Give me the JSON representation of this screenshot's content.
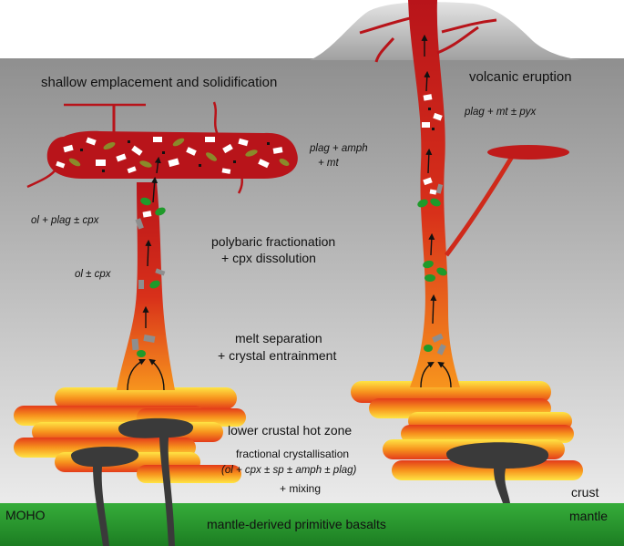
{
  "labels": {
    "shallow": "shallow emplacement and solidification",
    "volcanic": "volcanic eruption",
    "plag_amph_1": "plag + amph",
    "plag_amph_2": "+ mt",
    "plag_mt_pyx": "plag + mt ± pyx",
    "ol_plag_cpx": "ol + plag ± cpx",
    "ol_cpx": "ol ± cpx",
    "polybaric_1": "polybaric fractionation",
    "polybaric_2": "+ cpx dissolution",
    "melt_1": "melt separation",
    "melt_2": "+ crystal entrainment",
    "hotzone": "lower crustal hot zone",
    "frac_1": "fractional crystallisation",
    "frac_2": "(ol + cpx ± sp ± amph ± plag)",
    "frac_3": "+ mixing",
    "crust": "crust",
    "mantle": "mantle",
    "moho": "MOHO",
    "basalts": "mantle-derived primitive basalts"
  },
  "colors": {
    "sky": "#ffffff",
    "crust_top": "#959595",
    "crust_bottom": "#e6e6e6",
    "mantle_green": "#2e9e32",
    "magma_dark": "#b8141a",
    "magma_orange": "#f7941d",
    "sill_yellow": "#ffe040",
    "olivine": "#1f9a2a",
    "pyroxene": "#8e8e8e",
    "plag": "#ffffff",
    "amph": "#8a8a2a",
    "basalt_dark": "#3a3a3a"
  }
}
